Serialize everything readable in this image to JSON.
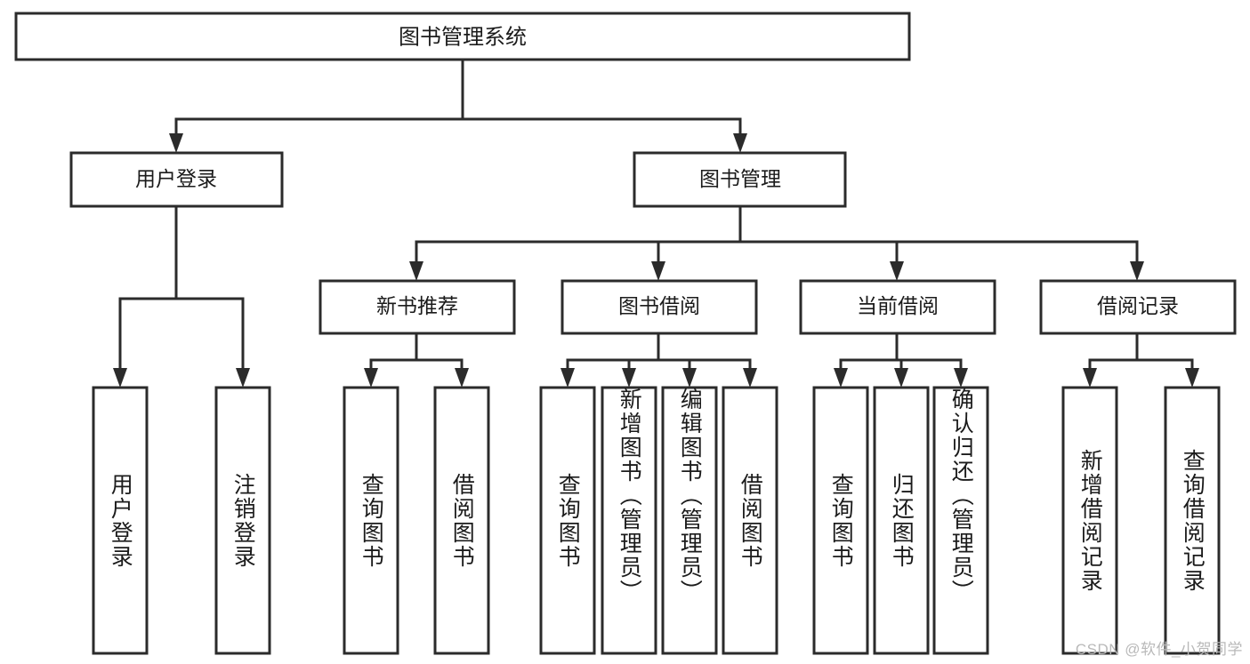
{
  "diagram": {
    "type": "tree-hierarchy",
    "title": "图书管理系统",
    "watermark": "CSDN @软件_小贺同学",
    "colors": {
      "stroke": "#2b2b2b",
      "fill": "#ffffff",
      "text": "#1b1b1b",
      "watermark": "#b9b9b9",
      "background": "#ffffff"
    },
    "root": {
      "label": "图书管理系统"
    },
    "level2": [
      {
        "label": "用户登录"
      },
      {
        "label": "图书管理"
      }
    ],
    "level3": [
      {
        "label": "新书推荐"
      },
      {
        "label": "图书借阅"
      },
      {
        "label": "当前借阅"
      },
      {
        "label": "借阅记录"
      }
    ],
    "leaves": {
      "user_login": [
        {
          "label": "用户登录"
        },
        {
          "label": "注销登录"
        }
      ],
      "new_book_recommend": [
        {
          "label": "查询图书"
        },
        {
          "label": "借阅图书"
        }
      ],
      "book_borrow": [
        {
          "label": "查询图书"
        },
        {
          "label": "新增图书（管理员）"
        },
        {
          "label": "编辑图书（管理员）"
        },
        {
          "label": "借阅图书"
        }
      ],
      "current_borrow": [
        {
          "label": "查询图书"
        },
        {
          "label": "归还图书"
        },
        {
          "label": "确认归还（管理员）"
        }
      ],
      "borrow_record": [
        {
          "label": "新增借阅记录"
        },
        {
          "label": "查询借阅记录"
        }
      ]
    }
  }
}
